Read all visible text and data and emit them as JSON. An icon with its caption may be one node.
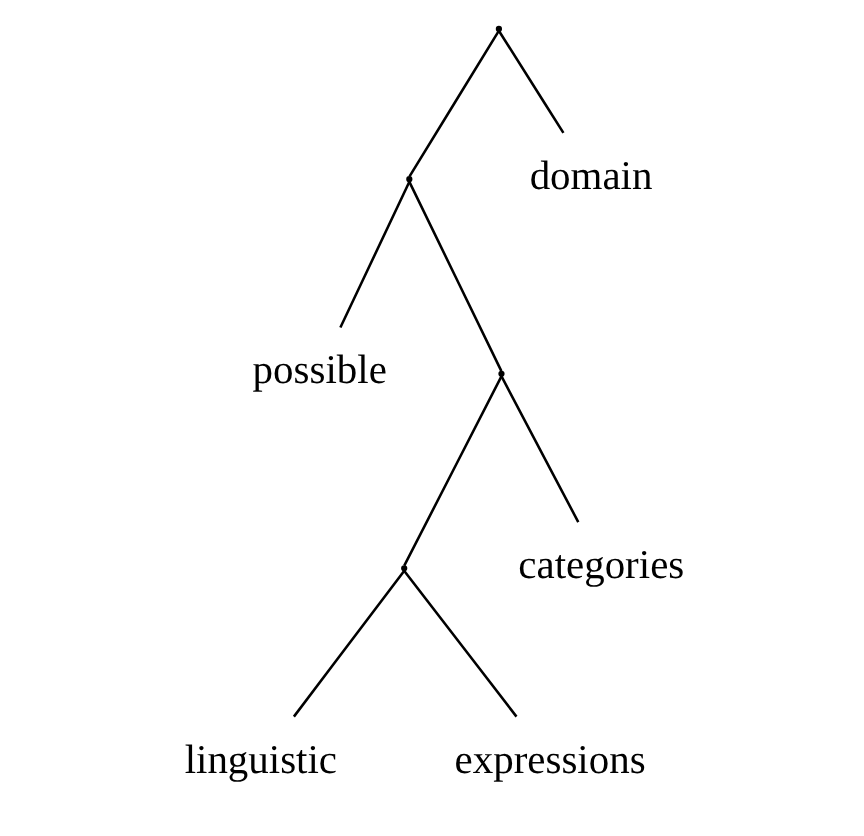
{
  "diagram": {
    "nodes": [
      {
        "text": [],
        "shape": "point"
      },
      {
        "text": [],
        "shape": "point"
      },
      {
        "text": [
          "domain"
        ]
      },
      {
        "text": [
          "possible"
        ]
      },
      {
        "text": [],
        "shape": "point"
      },
      {
        "text": [],
        "shape": "point"
      },
      {
        "text": [
          "categories"
        ]
      },
      {
        "text": [
          "linguistic"
        ]
      },
      {
        "text": [
          "expressions"
        ]
      }
    ],
    "edges": [
      {
        "from": 0,
        "to": 1,
        "arrow": "none"
      },
      {
        "from": 0,
        "to": 2,
        "arrow": "none"
      },
      {
        "from": 1,
        "to": 3,
        "arrow": "none"
      },
      {
        "from": 1,
        "to": 4,
        "arrow": "none"
      },
      {
        "from": 4,
        "to": 5,
        "arrow": "none"
      },
      {
        "from": 4,
        "to": 6,
        "arrow": "none"
      },
      {
        "from": 5,
        "to": 7,
        "arrow": "none"
      },
      {
        "from": 5,
        "to": 8,
        "arrow": "none"
      }
    ]
  }
}
